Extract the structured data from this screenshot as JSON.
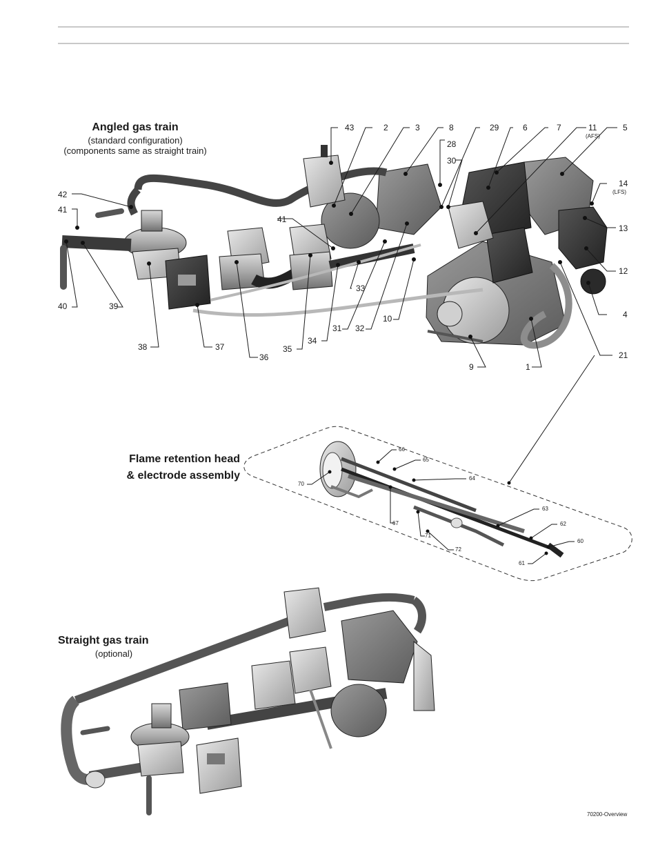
{
  "sections": {
    "angled": {
      "title": "Angled gas train",
      "sub1": "(standard configuration)",
      "sub2": "(components same as straight train)"
    },
    "flame": {
      "title1": "Flame retention head",
      "title2": "& electrode assembly"
    },
    "straight": {
      "title": "Straight gas train",
      "sub": "(optional)"
    }
  },
  "callouts": {
    "c43": "43",
    "c2": "2",
    "c3": "3",
    "c8": "8",
    "c29": "29",
    "c6": "6",
    "c7": "7",
    "c11": "11",
    "c5": "5",
    "c28": "28",
    "c30": "30",
    "c14": "14",
    "c42": "42",
    "c41a": "41",
    "c41b": "41",
    "c13": "13",
    "c12": "12",
    "c4": "4",
    "c40": "40",
    "c39": "39",
    "c33": "33",
    "c10": "10",
    "c32": "32",
    "c31": "31",
    "c34": "34",
    "c35": "35",
    "c36": "36",
    "c37": "37",
    "c38": "38",
    "c21": "21",
    "c9": "9",
    "c1": "1",
    "afs": "(AFS)",
    "lfs": "(LFS)",
    "c66": "66",
    "c65": "65",
    "c64": "64",
    "c70": "70",
    "c63": "63",
    "c67": "67",
    "c71": "71",
    "c62": "62",
    "c72": "72",
    "c60": "60",
    "c61": "61"
  },
  "figure_id": "70200-Overview",
  "colors": {
    "line": "#1a1a1a",
    "rule": "#c8c8c8",
    "metal": "#b0b0b0",
    "dark": "#3a3a3a"
  }
}
